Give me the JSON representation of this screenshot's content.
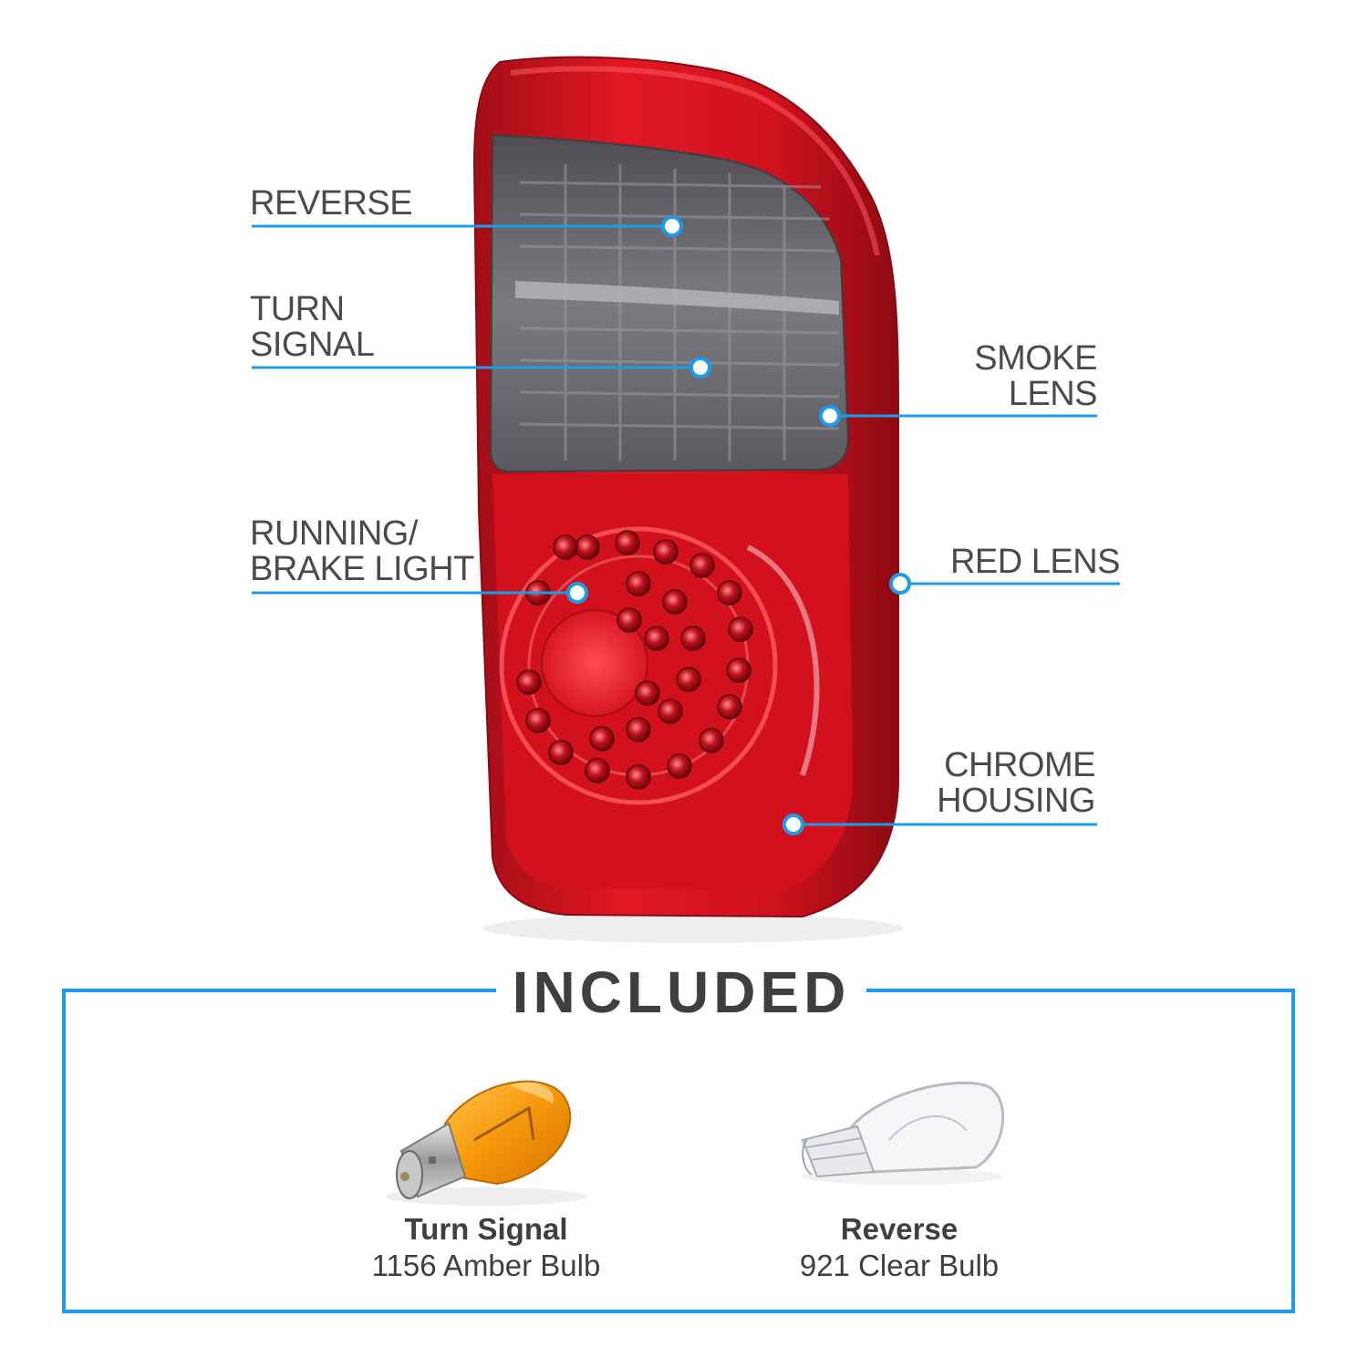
{
  "colors": {
    "accent": "#1e9be8",
    "red_lens": "#d4121f",
    "smoke_lens": "#6c6c70",
    "label_text": "#4a4a4a",
    "amber_bulb": "#f59d0c"
  },
  "callouts": [
    {
      "id": "reverse",
      "label": "REVERSE",
      "side": "left"
    },
    {
      "id": "turn-signal",
      "label": "TURN\nSIGNAL",
      "side": "left"
    },
    {
      "id": "running-brake-light",
      "label": "RUNNING/\nBRAKE LIGHT",
      "side": "left"
    },
    {
      "id": "smoke-lens",
      "label": "SMOKE\nLENS",
      "side": "right"
    },
    {
      "id": "red-lens",
      "label": "RED LENS",
      "side": "right"
    },
    {
      "id": "chrome-housing",
      "label": "CHROME\nHOUSING",
      "side": "right"
    }
  ],
  "included": {
    "title": "INCLUDED",
    "items": [
      {
        "name": "Turn Signal",
        "desc": "1156 Amber Bulb",
        "icon": "amber-bulb-icon"
      },
      {
        "name": "Reverse",
        "desc": "921 Clear Bulb",
        "icon": "clear-bulb-icon"
      }
    ]
  }
}
